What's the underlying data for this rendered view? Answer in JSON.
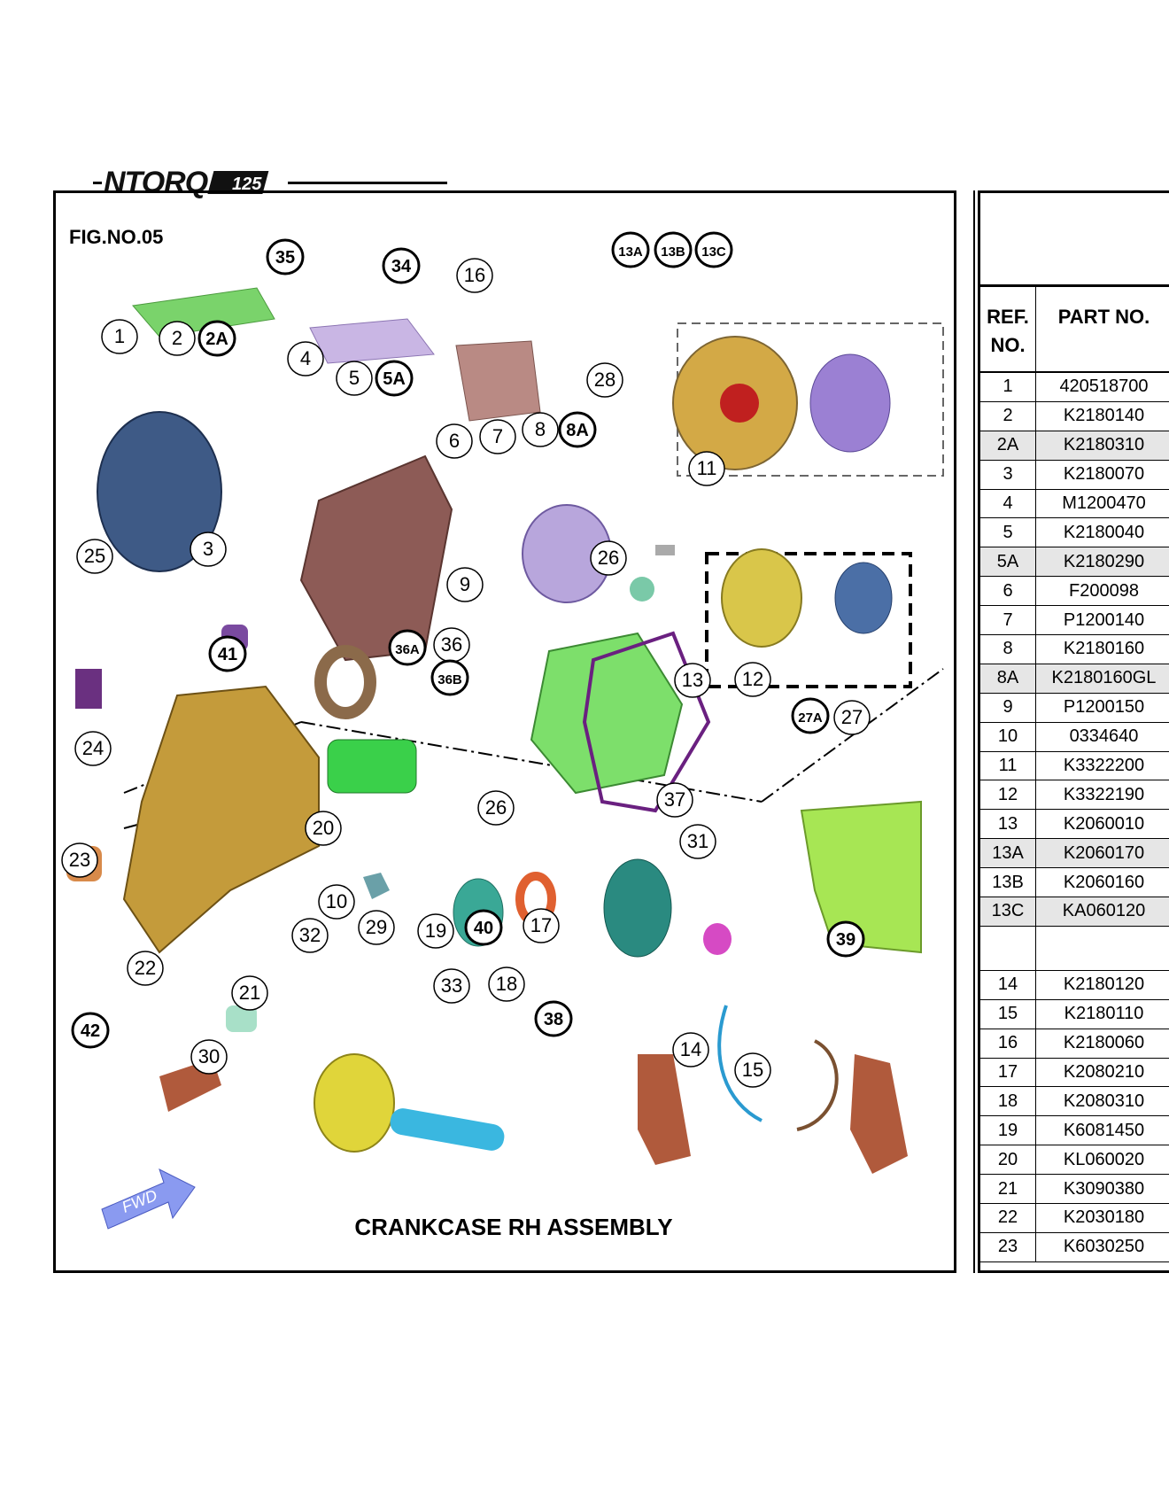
{
  "header": {
    "logo_text": "NTORQ125",
    "fig_no": "FIG.NO.05"
  },
  "caption": "CRANKCASE RH ASSEMBLY",
  "fwd_label": "FWD",
  "table": {
    "col1_header": "REF. NO.",
    "col2_header": "PART NO.",
    "rows": [
      {
        "ref": "1",
        "part": "420518700"
      },
      {
        "ref": "2",
        "part": "K2180140"
      },
      {
        "ref": "2A",
        "part": "K2180310"
      },
      {
        "ref": "3",
        "part": "K2180070"
      },
      {
        "ref": "4",
        "part": "M1200470"
      },
      {
        "ref": "5",
        "part": "K2180040"
      },
      {
        "ref": "5A",
        "part": "K2180290"
      },
      {
        "ref": "6",
        "part": "F200098"
      },
      {
        "ref": "7",
        "part": "P1200140"
      },
      {
        "ref": "8",
        "part": "K2180160"
      },
      {
        "ref": "8A",
        "part": "K2180160GL"
      },
      {
        "ref": "9",
        "part": "P1200150"
      },
      {
        "ref": "10",
        "part": "0334640"
      },
      {
        "ref": "11",
        "part": "K3322200"
      },
      {
        "ref": "12",
        "part": "K3322190"
      },
      {
        "ref": "13",
        "part": "K2060010"
      },
      {
        "ref": "13A",
        "part": "K2060170"
      },
      {
        "ref": "13B",
        "part": "K2060160"
      },
      {
        "ref": "13C",
        "part": "KA060120"
      },
      {
        "ref": "",
        "part": ""
      },
      {
        "ref": "14",
        "part": "K2180120"
      },
      {
        "ref": "15",
        "part": "K2180110"
      },
      {
        "ref": "16",
        "part": "K2180060"
      },
      {
        "ref": "17",
        "part": "K2080210"
      },
      {
        "ref": "18",
        "part": "K2080310"
      },
      {
        "ref": "19",
        "part": "K6081450"
      },
      {
        "ref": "20",
        "part": "KL060020"
      },
      {
        "ref": "21",
        "part": "K3090380"
      },
      {
        "ref": "22",
        "part": "K2030180"
      },
      {
        "ref": "23",
        "part": "K6030250"
      }
    ]
  },
  "callouts": [
    "1",
    "2",
    "2A",
    "3",
    "4",
    "5",
    "5A",
    "6",
    "7",
    "8",
    "8A",
    "9",
    "10",
    "11",
    "12",
    "13",
    "13A",
    "13B",
    "13C",
    "14",
    "15",
    "16",
    "17",
    "18",
    "19",
    "20",
    "21",
    "22",
    "23",
    "24",
    "25",
    "26",
    "26",
    "27",
    "27A",
    "28",
    "29",
    "30",
    "31",
    "32",
    "33",
    "34",
    "35",
    "36",
    "36A",
    "36B",
    "37",
    "38",
    "39",
    "40",
    "41",
    "42"
  ]
}
